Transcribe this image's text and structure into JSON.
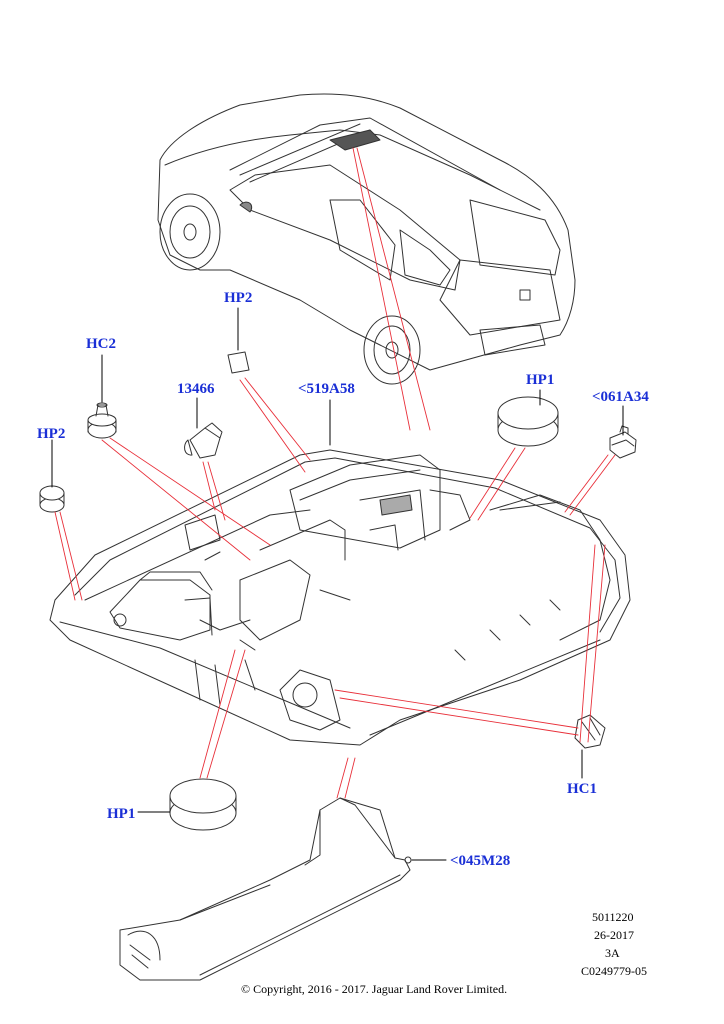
{
  "callouts": {
    "hp2_top": "HP2",
    "hc2": "HC2",
    "p13466": "13466",
    "p519a58": "<519A58",
    "hp1_top": "HP1",
    "p061a34": "<061A34",
    "hp2_left": "HP2",
    "hc1": "HC1",
    "hp1_bottom": "HP1",
    "p045m28": "<045M28"
  },
  "reference": {
    "number": "5011220",
    "date": "26-2017",
    "revision": "3A",
    "code": "C0249779-05"
  },
  "copyright": "© Copyright, 2016 - 2017. Jaguar Land Rover Limited.",
  "colors": {
    "callout": "#1a2fd6",
    "leader_red": "#e8303a",
    "line": "#111111"
  }
}
